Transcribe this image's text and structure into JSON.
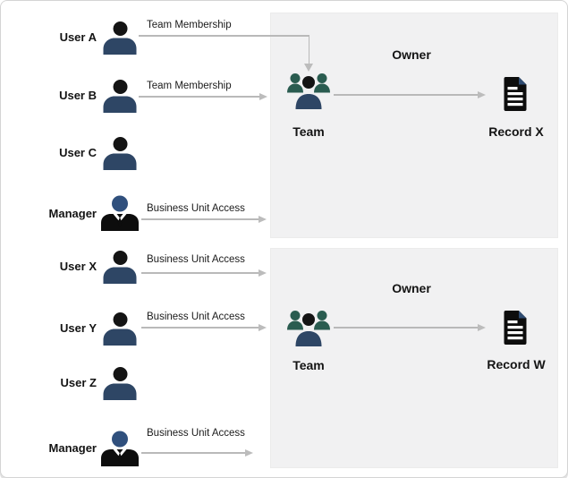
{
  "left_column": {
    "rows": [
      {
        "name": "User A",
        "role": "user",
        "relation": "Team Membership"
      },
      {
        "name": "User B",
        "role": "user",
        "relation": "Team Membership"
      },
      {
        "name": "User C",
        "role": "user",
        "relation": ""
      },
      {
        "name": "Manager",
        "role": "manager",
        "relation": "Business Unit Access"
      },
      {
        "name": "User X",
        "role": "user",
        "relation": "Business Unit Access"
      },
      {
        "name": "User Y",
        "role": "user",
        "relation": "Business Unit Access"
      },
      {
        "name": "User Z",
        "role": "user",
        "relation": ""
      },
      {
        "name": "Manager",
        "role": "manager",
        "relation": "Business Unit Access"
      }
    ]
  },
  "panels": [
    {
      "owner_label": "Owner",
      "team_label": "Team",
      "record_label": "Record X"
    },
    {
      "owner_label": "Owner",
      "team_label": "Team",
      "record_label": "Record W"
    }
  ],
  "colors": {
    "user_head": "#141414",
    "user_body": "#2e4665",
    "manager_head": "#30507d",
    "manager_body": "#0d0d0d",
    "team_side_figures": "#2a5c50",
    "team_front_body": "#2e4665",
    "record_fill": "#0d0d0d",
    "record_fold": "#2f4c72",
    "panel_background": "#f1f1f2",
    "arrow": "#b9b9b9",
    "canvas_border": "#d4d4d4"
  }
}
